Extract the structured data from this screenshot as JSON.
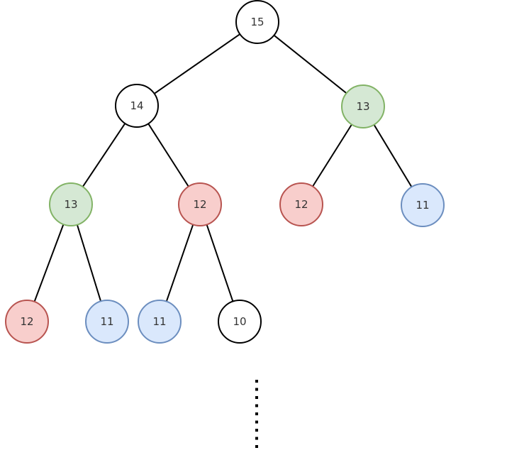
{
  "diagram": {
    "nodes": [
      {
        "id": "n1",
        "label": "15",
        "color": "white"
      },
      {
        "id": "n2",
        "label": "14",
        "color": "white"
      },
      {
        "id": "n3",
        "label": "13",
        "color": "green"
      },
      {
        "id": "n4",
        "label": "13",
        "color": "green"
      },
      {
        "id": "n5",
        "label": "12",
        "color": "red"
      },
      {
        "id": "n6",
        "label": "12",
        "color": "red"
      },
      {
        "id": "n7",
        "label": "11",
        "color": "blue"
      },
      {
        "id": "n8",
        "label": "12",
        "color": "red"
      },
      {
        "id": "n9",
        "label": "11",
        "color": "blue"
      },
      {
        "id": "n10",
        "label": "11",
        "color": "blue"
      },
      {
        "id": "n11",
        "label": "10",
        "color": "white"
      }
    ],
    "edges": [
      [
        "n1",
        "n2"
      ],
      [
        "n1",
        "n3"
      ],
      [
        "n2",
        "n4"
      ],
      [
        "n2",
        "n5"
      ],
      [
        "n3",
        "n6"
      ],
      [
        "n3",
        "n7"
      ],
      [
        "n4",
        "n8"
      ],
      [
        "n4",
        "n9"
      ],
      [
        "n5",
        "n10"
      ],
      [
        "n5",
        "n11"
      ]
    ],
    "continues_below": true
  },
  "colors": {
    "white": {
      "fill": "#ffffff",
      "stroke": "#000000"
    },
    "green": {
      "fill": "#d5e8d4",
      "stroke": "#82b366"
    },
    "red": {
      "fill": "#f8cecc",
      "stroke": "#b85450"
    },
    "blue": {
      "fill": "#dae8fc",
      "stroke": "#6c8ebf"
    }
  }
}
